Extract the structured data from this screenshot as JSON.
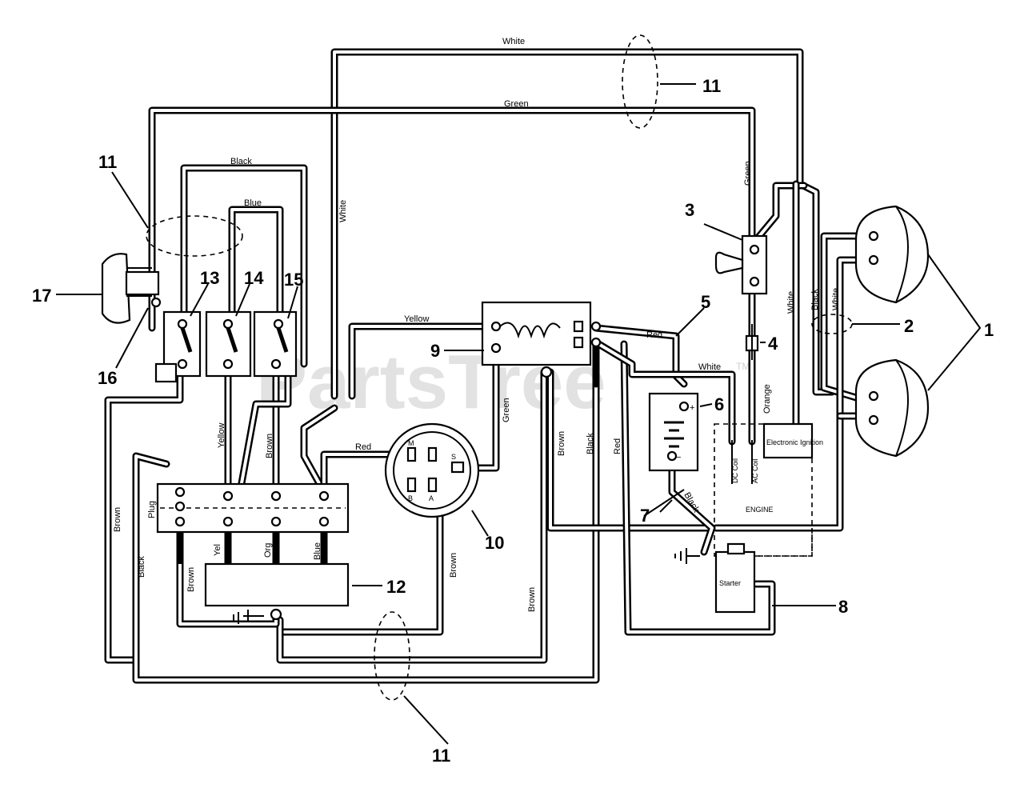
{
  "watermark": {
    "text": "PartsTree",
    "tm": "TM"
  },
  "callouts": {
    "c1": "1",
    "c2": "2",
    "c3": "3",
    "c4": "4",
    "c5": "5",
    "c6": "6",
    "c7": "7",
    "c8": "8",
    "c9": "9",
    "c10": "10",
    "c11_top": "11",
    "c11_left": "11",
    "c11_bottom": "11",
    "c12": "12",
    "c13": "13",
    "c14": "14",
    "c15": "15",
    "c16": "16",
    "c17": "17"
  },
  "wire_labels": {
    "white_top": "White",
    "green_top": "Green",
    "black_top": "Black",
    "blue_top": "Blue",
    "white_vertical": "White",
    "green_right": "Green",
    "white_right": "White",
    "black_right": "Black",
    "white_right2": "White",
    "yellow": "Yellow",
    "red_mid": "Red",
    "white_mid": "White",
    "orange": "Orange",
    "green_mid": "Green",
    "red_key": "Red",
    "yellow_v": "Yellow",
    "brown_v": "Brown",
    "brown_left": "Brown",
    "black_left": "Black",
    "brown_mid": "Brown",
    "black_mid": "Black",
    "red_v": "Red",
    "brown_low": "Brown",
    "brown_key": "Brown",
    "black_batt": "Black",
    "yel": "Yel",
    "org": "Org",
    "blue": "Blue",
    "brown_12": "Brown",
    "plug": "Plug"
  },
  "component_labels": {
    "electronic_ignition": "Electronic Ignition",
    "dc_coil": "DC Coil",
    "ac_coil": "AC Coil",
    "engine": "ENGINE",
    "starter": "Starter",
    "key_m": "M",
    "key_s": "S",
    "key_b": "B",
    "key_a": "A",
    "batt_plus": "+",
    "batt_minus": "−"
  }
}
